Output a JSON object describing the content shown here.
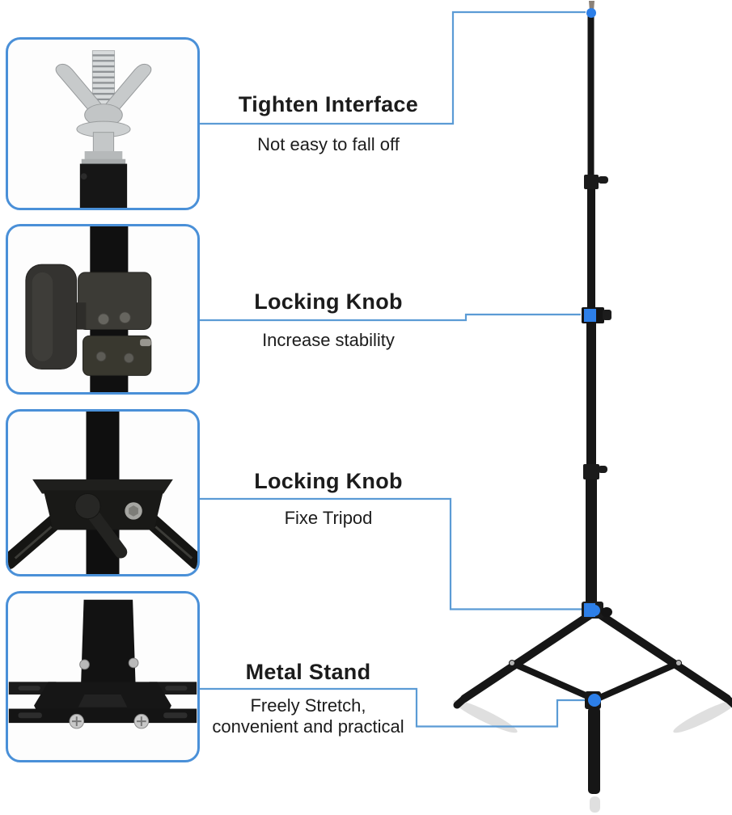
{
  "colors": {
    "bg": "#ffffff",
    "line": "#5b9bd5",
    "inset_border": "#4a90d8",
    "marker": "#2d7fe8",
    "stand": "#161616",
    "text": "#1c1c1c"
  },
  "callouts": [
    {
      "title": "Tighten Interface",
      "subtitle": "Not easy to fall off"
    },
    {
      "title": "Locking Knob",
      "subtitle": "Increase stability"
    },
    {
      "title": "Locking Knob",
      "subtitle": "Fixe Tripod"
    },
    {
      "title": "Metal Stand",
      "subtitle": "Freely Stretch,\nconvenient and practical"
    }
  ],
  "insets": [
    {
      "icon": "wing-bolt-photo"
    },
    {
      "icon": "locking-knob-photo"
    },
    {
      "icon": "tripod-hub-photo"
    },
    {
      "icon": "metal-base-photo"
    }
  ]
}
